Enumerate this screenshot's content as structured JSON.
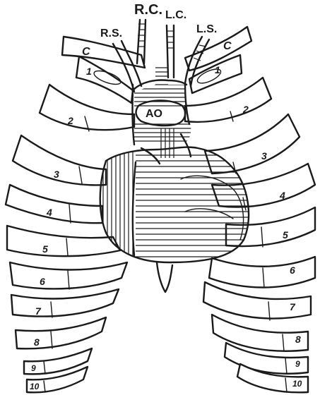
{
  "labels": {
    "rc": "R.C.",
    "lc": "L.C.",
    "rs": "R.S.",
    "ls": "L.S.",
    "ao": "AO",
    "clavicle_right": "C",
    "clavicle_left": "C",
    "ribs_right": [
      "1",
      "2",
      "3",
      "4",
      "5",
      "6",
      "7",
      "8",
      "9",
      "10"
    ],
    "ribs_left": [
      "1",
      "2",
      "3",
      "4",
      "5",
      "6",
      "7",
      "8",
      "9",
      "10"
    ]
  }
}
